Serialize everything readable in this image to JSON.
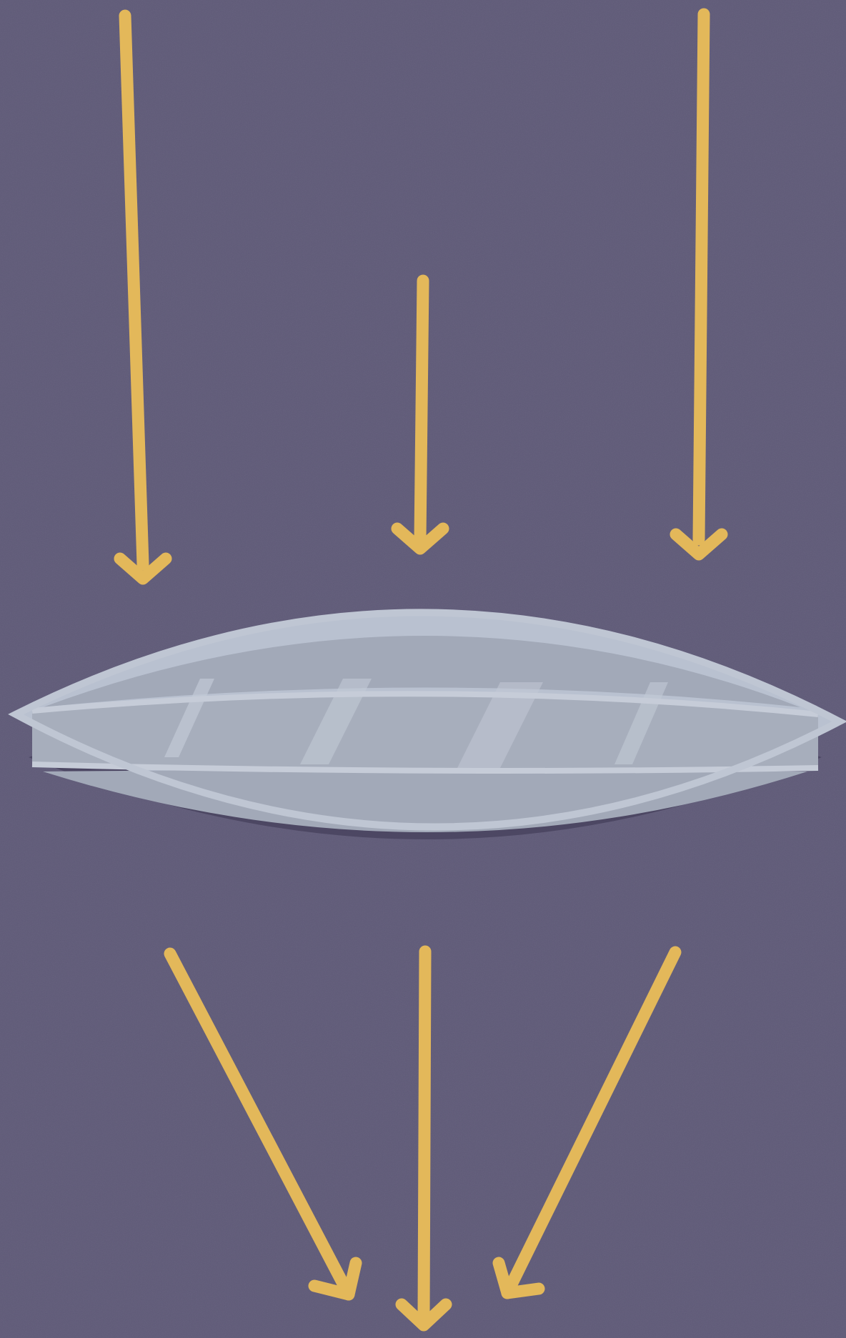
{
  "scene": {
    "background_color": "#5f5a78",
    "arrow_color": "#e3b85a",
    "lens_outer_color": "#b9c1d0",
    "lens_inner_color": "#9ea5b3",
    "lens_shadow_color": "#4a4560"
  },
  "elements": {
    "incoming_rays": [
      "incoming-ray-left",
      "incoming-ray-center",
      "incoming-ray-right"
    ],
    "lens": "convex-lens",
    "outgoing_rays": [
      "converging-ray-left",
      "converging-ray-center",
      "converging-ray-right"
    ]
  }
}
